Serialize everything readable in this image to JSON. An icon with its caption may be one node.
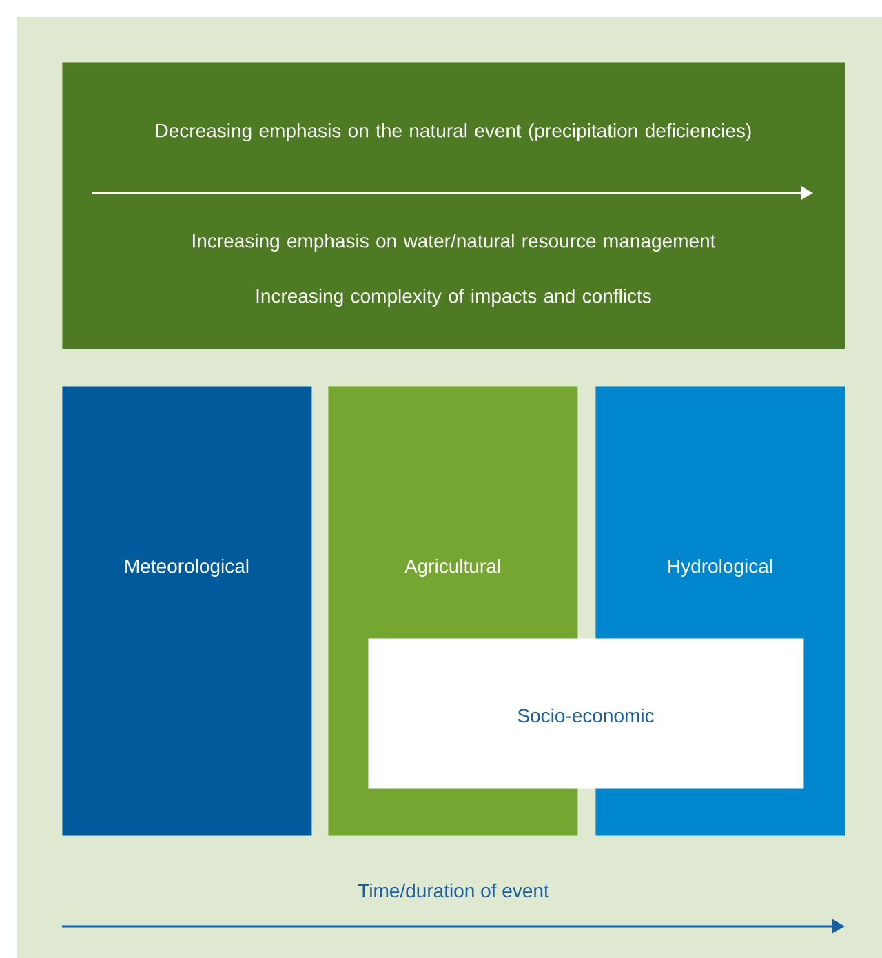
{
  "diagram": {
    "nodes": [
      {
        "text": [
          "Decreasing emphasis on the natural event (precipitation deficiencies)",
          "Increasing emphasis on water/natural resource management",
          "Increasing complexity of impacts and conflicts"
        ]
      },
      {
        "text": [
          "Meteorological"
        ]
      },
      {
        "text": [
          "Agricultural"
        ]
      },
      {
        "text": [
          "Hydrological"
        ]
      },
      {
        "text": [
          "Socio-economic"
        ]
      }
    ],
    "labels": [
      "Time/duration of event"
    ]
  }
}
